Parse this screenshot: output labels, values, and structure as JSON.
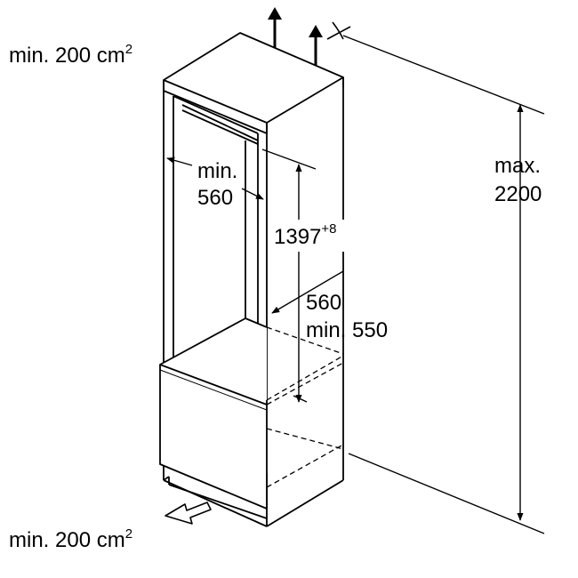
{
  "labels": {
    "vent_top": {
      "text": "min. 200 cm",
      "sup": "2"
    },
    "vent_bottom": {
      "text": "min. 200 cm",
      "sup": "2"
    },
    "max_height": {
      "line1": "max.",
      "line2": "2200"
    },
    "niche_width": {
      "line1": "min.",
      "line2": "560"
    },
    "niche_height": {
      "text": "1397",
      "sup": "+8"
    },
    "niche_depth": {
      "line1": "560",
      "line2": "min. 550"
    }
  },
  "colors": {
    "stroke": "#000000",
    "background": "#ffffff"
  }
}
